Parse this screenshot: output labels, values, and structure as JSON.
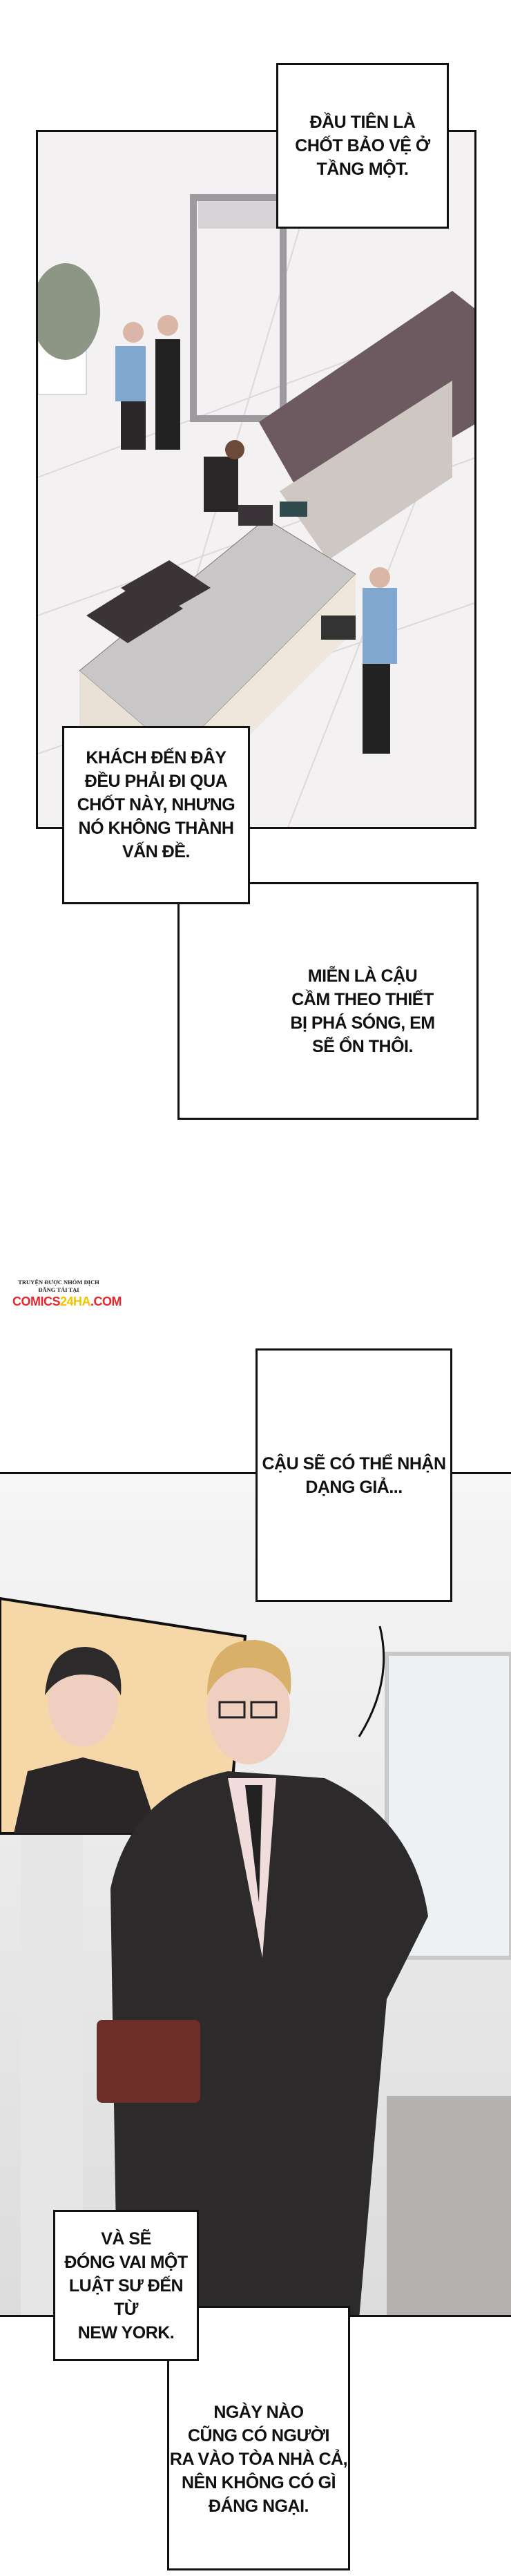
{
  "panel1": {
    "caption_top": [
      "ĐẦU TIÊN LÀ",
      "CHỐT BẢO VỆ Ở",
      "TẦNG MỘT."
    ],
    "caption_left": [
      "KHÁCH ĐẾN ĐÂY",
      "ĐỀU PHẢI ĐI QUA",
      "CHỐT NÀY, NHƯNG",
      "NÓ KHÔNG THÀNH",
      "VẤN ĐỀ."
    ],
    "caption_right": [
      "MIỄN LÀ CẬU",
      "CẦM THEO THIẾT",
      "BỊ PHÁ SÓNG, EM",
      "SẼ ỔN THÔI."
    ]
  },
  "watermark": {
    "line1": "TRUYỆN ĐƯỢC NHÓM DỊCH",
    "line2": "ĐĂNG TẢI TẠI",
    "logo_a": "COMICS",
    "logo_b": "24HA",
    "logo_c": ".COM",
    "colors": {
      "red": "#e8262c",
      "yellow": "#f5c400"
    }
  },
  "panel2": {
    "caption_top": [
      "CẬU SẼ CÓ THỂ NHẬN",
      "DẠNG GIẢ..."
    ],
    "caption_left": [
      "VÀ SẼ",
      "ĐÓNG VAI MỘT",
      "LUẬT SƯ ĐẾN TỪ",
      "NEW YORK."
    ],
    "caption_right": [
      "NGÀY NÀO",
      "CŨNG CÓ NGƯỜI",
      "RA VÀO TÒA NHÀ CẢ,",
      "NÊN KHÔNG CÓ GÌ",
      "ĐÁNG NGẠI."
    ]
  }
}
